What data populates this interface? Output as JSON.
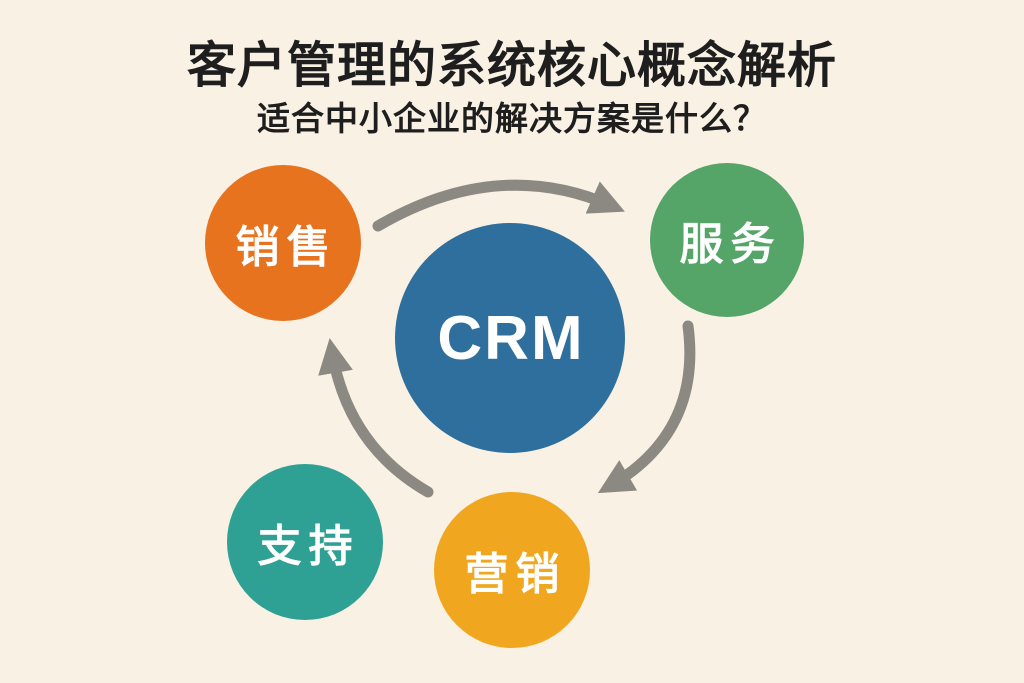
{
  "header": {
    "title": "客户管理的系统核心概念解析",
    "subtitle": "适合中小企业的解决方案是什么？"
  },
  "diagram": {
    "type": "cycle-diagram",
    "center": {
      "id": "crm",
      "label": "CRM",
      "color": "#2F6F9E",
      "text_color": "#FFFFFF"
    },
    "nodes": [
      {
        "id": "sales",
        "label": "销售",
        "color": "#E8731E",
        "text_color": "#FFFFFF",
        "position": "top-left"
      },
      {
        "id": "service",
        "label": "服务",
        "color": "#55A568",
        "text_color": "#FFFFFF",
        "position": "top-right"
      },
      {
        "id": "support",
        "label": "支持",
        "color": "#2EA094",
        "text_color": "#FFFFFF",
        "position": "bottom-left"
      },
      {
        "id": "marketing",
        "label": "营销",
        "color": "#F0A71F",
        "text_color": "#FFFFFF",
        "position": "bottom-center"
      }
    ],
    "arrows": [
      {
        "from": "sales",
        "to": "service",
        "shape": "arc-over-top"
      },
      {
        "from": "service",
        "to": "marketing",
        "shape": "arc-down-right-side"
      },
      {
        "from": "marketing",
        "to": "sales",
        "shape": "arc-up-left-side"
      }
    ],
    "arrow_color": "#8B8981",
    "background_color": "#F8F1E4",
    "title_color": "#1E1E1E"
  }
}
